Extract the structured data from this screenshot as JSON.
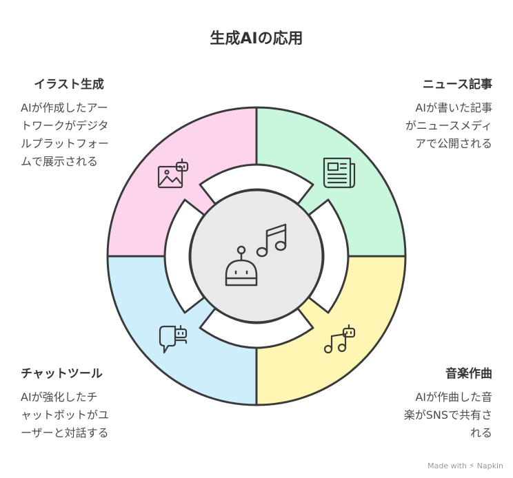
{
  "title": "生成AIの応用",
  "sections": {
    "illustration": {
      "heading": "イラスト生成",
      "description": "AIが作成したアー\nトワークがデジタ\nルプラットフォー\nムで展示される",
      "color": "#fcd5ec",
      "icon": "picture-robot-icon"
    },
    "news": {
      "heading": "ニュース記事",
      "description": "AIが書いた記事\nがニュースメディ\nアで公開される",
      "color": "#c8f7de",
      "icon": "newspaper-icon"
    },
    "music": {
      "heading": "音楽作曲",
      "description": "AIが作曲した音\n楽がSNSで共有さ\nれる",
      "color": "#fff6b4",
      "icon": "music-robot-icon"
    },
    "chatbot": {
      "heading": "チャットツール",
      "description": "AIが強化したチ\nャットボットがユ\nーザーと対話する",
      "color": "#cfeefc",
      "icon": "chat-robot-icon"
    }
  },
  "center": {
    "color": "#e9e9e9",
    "icon": "robot-music-icon"
  },
  "credit": "Made with ⚡ Napkin"
}
